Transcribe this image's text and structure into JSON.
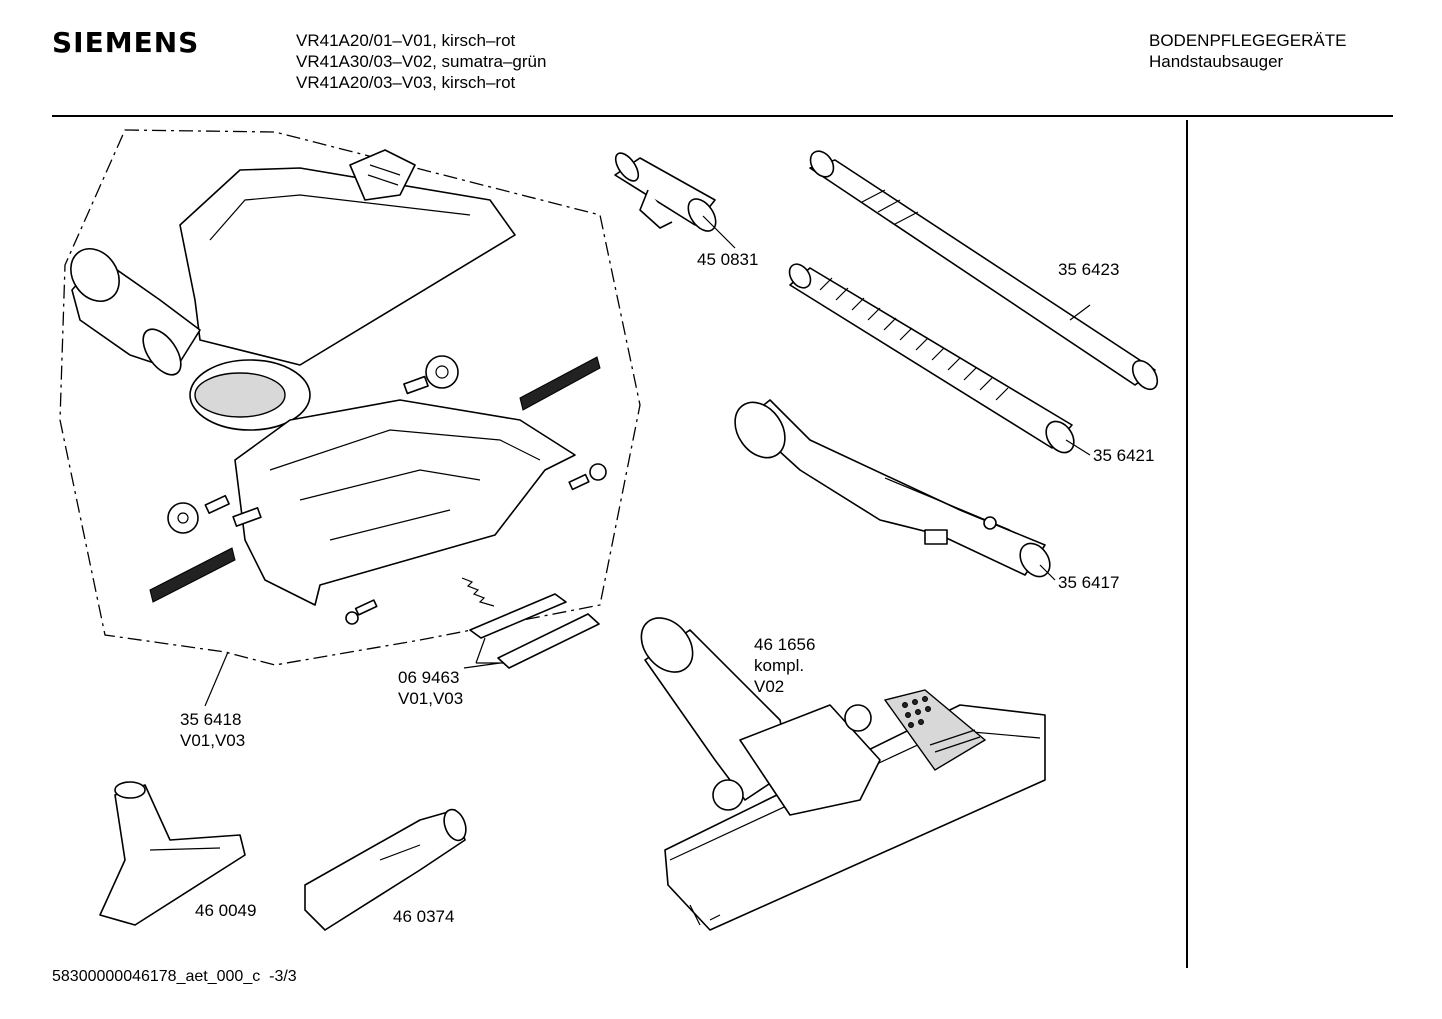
{
  "header": {
    "brand": "SIEMENS",
    "models": [
      "VR41A20/01–V01, kirsch–rot",
      "VR41A30/03–V02, sumatra–grün",
      "VR41A20/03–V03, kirsch–rot"
    ],
    "category": "BODENPFLEGEGERÄTE",
    "subcategory": "Handstaubsauger"
  },
  "parts": [
    {
      "id": "p450831",
      "number": "45 0831",
      "variant": ""
    },
    {
      "id": "p356423",
      "number": "35 6423",
      "variant": ""
    },
    {
      "id": "p356421",
      "number": "35 6421",
      "variant": ""
    },
    {
      "id": "p356417",
      "number": "35 6417",
      "variant": ""
    },
    {
      "id": "p356418",
      "number": "35 6418",
      "variant": "V01,V03"
    },
    {
      "id": "p069463",
      "number": "06 9463",
      "variant": "V01,V03"
    },
    {
      "id": "p461656",
      "number": "46 1656",
      "note": "kompl.",
      "variant": "V02"
    },
    {
      "id": "p460049",
      "number": "46 0049",
      "variant": ""
    },
    {
      "id": "p460374",
      "number": "46 0374",
      "variant": ""
    }
  ],
  "footer": {
    "drawing_id": "58300000046178_aet_000_c",
    "page": "-3/3"
  }
}
